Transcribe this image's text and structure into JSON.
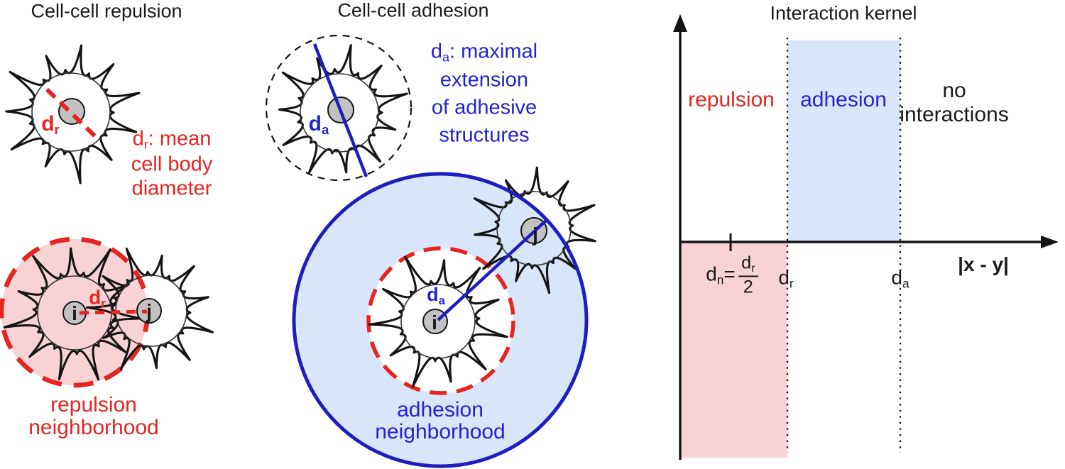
{
  "colors": {
    "red": "#e62420",
    "blue_stroke": "#1e1ec0",
    "blue_text": "#2424cc",
    "pink_fill": "#f8d2d4",
    "blue_fill": "#d9e5f8",
    "nucleus_gray": "#c2c2c2",
    "black": "#1a1a1a"
  },
  "repulsion_panel": {
    "title": "Cell-cell repulsion",
    "diameter_label": {
      "base": "d",
      "sub": "r"
    },
    "caption": {
      "base": "d",
      "sub": "r",
      "rest": ": mean",
      "line2": "cell body",
      "line3": "diameter"
    },
    "pair_distance_label": {
      "base": "d",
      "sub": "r"
    },
    "cell_i_label": "i",
    "cell_j_label": "j",
    "neighborhood_label": {
      "line1": "repulsion",
      "line2": "neighborhood"
    }
  },
  "adhesion_panel": {
    "title": "Cell-cell adhesion",
    "extension_label": {
      "base": "d",
      "sub": "a"
    },
    "caption": {
      "base": "d",
      "sub": "a",
      "rest": ": maximal",
      "line2": "extension",
      "line3": "of adhesive",
      "line4": "structures"
    },
    "pair_distance_label": {
      "base": "d",
      "sub": "a"
    },
    "cell_i_label": "i",
    "cell_j_label": "j",
    "neighborhood_label": {
      "line1": "adhesion",
      "line2": "neighborhood"
    }
  },
  "kernel_panel": {
    "title": "Interaction kernel",
    "region_repulsion": "repulsion",
    "region_adhesion": "adhesion",
    "region_none": {
      "line1": "no",
      "line2": "interactions"
    },
    "tick_dn": {
      "base": "d",
      "sub": "n",
      "eq": "=",
      "num_base": "d",
      "num_sub": "r",
      "den": "2"
    },
    "tick_dr": {
      "base": "d",
      "sub": "r"
    },
    "tick_da": {
      "base": "d",
      "sub": "a"
    },
    "axis_label": "|x - y|"
  },
  "chart_data": {
    "type": "area",
    "title": "Interaction kernel",
    "xlabel": "|x - y|",
    "x_ticks": [
      "dn = dr/2",
      "dr",
      "da"
    ],
    "regions": [
      {
        "name": "repulsion",
        "x_range": [
          "0",
          "dr"
        ],
        "sign": "negative",
        "fill": "#f8d2d4",
        "label_color": "#e62420"
      },
      {
        "name": "adhesion",
        "x_range": [
          "dr",
          "da"
        ],
        "sign": "positive",
        "fill": "#d9e5f8",
        "label_color": "#2424cc"
      },
      {
        "name": "no interactions",
        "x_range": [
          "da",
          "infinity"
        ],
        "sign": "zero",
        "fill": "none",
        "label_color": "#1a1a1a"
      }
    ]
  }
}
